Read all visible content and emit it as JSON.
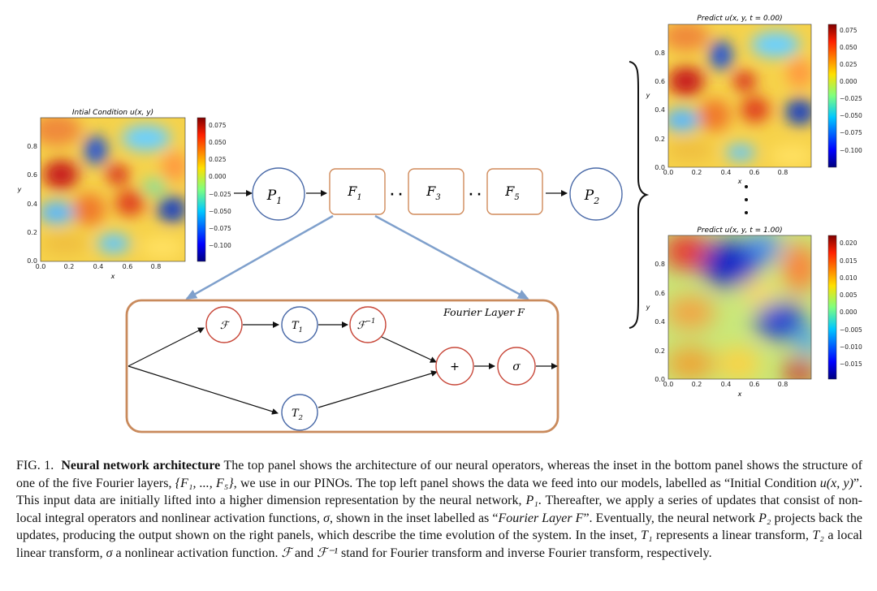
{
  "panels": {
    "initial": {
      "title": "Intial Condition u(x, y)",
      "xlabel": "x",
      "ylabel": "y",
      "xticks": [
        "0.0",
        "0.2",
        "0.4",
        "0.6",
        "0.8"
      ],
      "yticks": [
        "0.0",
        "0.2",
        "0.4",
        "0.6",
        "0.8"
      ],
      "cbar_ticks": [
        "0.075",
        "0.050",
        "0.025",
        "0.000",
        "−0.025",
        "−0.050",
        "−0.075",
        "−0.100"
      ]
    },
    "pred0": {
      "title": "Predict u(x, y, t = 0.00)",
      "xlabel": "x",
      "ylabel": "y",
      "xticks": [
        "0.0",
        "0.2",
        "0.4",
        "0.6",
        "0.8"
      ],
      "yticks": [
        "0.0",
        "0.2",
        "0.4",
        "0.6",
        "0.8"
      ],
      "cbar_ticks": [
        "0.075",
        "0.050",
        "0.025",
        "0.000",
        "−0.025",
        "−0.050",
        "−0.075",
        "−0.100"
      ]
    },
    "pred1": {
      "title": "Predict u(x, y, t = 1.00)",
      "xlabel": "x",
      "ylabel": "y",
      "xticks": [
        "0.0",
        "0.2",
        "0.4",
        "0.6",
        "0.8"
      ],
      "yticks": [
        "0.0",
        "0.2",
        "0.4",
        "0.6",
        "0.8"
      ],
      "cbar_ticks": [
        "0.020",
        "0.015",
        "0.010",
        "0.005",
        "0.000",
        "−0.005",
        "−0.010",
        "−0.015"
      ]
    }
  },
  "pipeline": {
    "p1": "P",
    "p1_sub": "1",
    "f1": "F",
    "f1_sub": "1",
    "f3": "F",
    "f3_sub": "3",
    "f5": "F",
    "f5_sub": "5",
    "p2": "P",
    "p2_sub": "2",
    "dots": "· ·",
    "vdots": "⋮"
  },
  "fourier_layer": {
    "title": "Fourier Layer F",
    "fourier": "ℱ",
    "t1": "T",
    "t1_sub": "1",
    "inv_fourier": "ℱ",
    "inv_sup": "−1",
    "plus": "+",
    "sigma": "σ",
    "t2": "T",
    "t2_sub": "2"
  },
  "caption": {
    "label": "FIG. 1.",
    "bold_title": "Neural network architecture",
    "s1": " The top panel shows the architecture of our neural operators, whereas the inset in the bottom panel shows the structure of one of the five Fourier layers, ",
    "layers_set": "{F₁, ..., F₅}",
    "s2": ", we use in our PINOs. The top left panel shows the data we feed into our models, labelled as “Initial Condition ",
    "u_xy": "u(x, y)",
    "s3": "”. This input data are initially lifted into a higher dimension representation by the neural network, ",
    "p1": "P₁",
    "s4": ". Thereafter, we apply a series of updates that consist of non-local integral operators and nonlinear activation functions, ",
    "sigma": "σ",
    "s5": ", shown in the inset labelled as “",
    "fl_italic": "Fourier Layer F",
    "s6": "”. Eventually, the neural network ",
    "p2": "P₂",
    "s7": " projects back the updates, producing the output shown on the right panels, which describe the time evolution of the system. In the inset, ",
    "t1": "T₁",
    "s8": " represents a linear transform, ",
    "t2": "T₂",
    "s9": " a local linear transform, ",
    "sigma2": "σ",
    "s10": " a nonlinear activation function. ",
    "f_sym": "ℱ",
    "s11": " and ",
    "finv": "ℱ⁻¹",
    "s12": " stand for Fourier transform and inverse Fourier transform, respectively."
  },
  "colors": {
    "node_blue": "#4a6aa8",
    "node_orange": "#d08a5a",
    "node_red": "#c8483a",
    "inset_border": "#c98a5c",
    "arrow_blue": "#7fa0cc"
  }
}
